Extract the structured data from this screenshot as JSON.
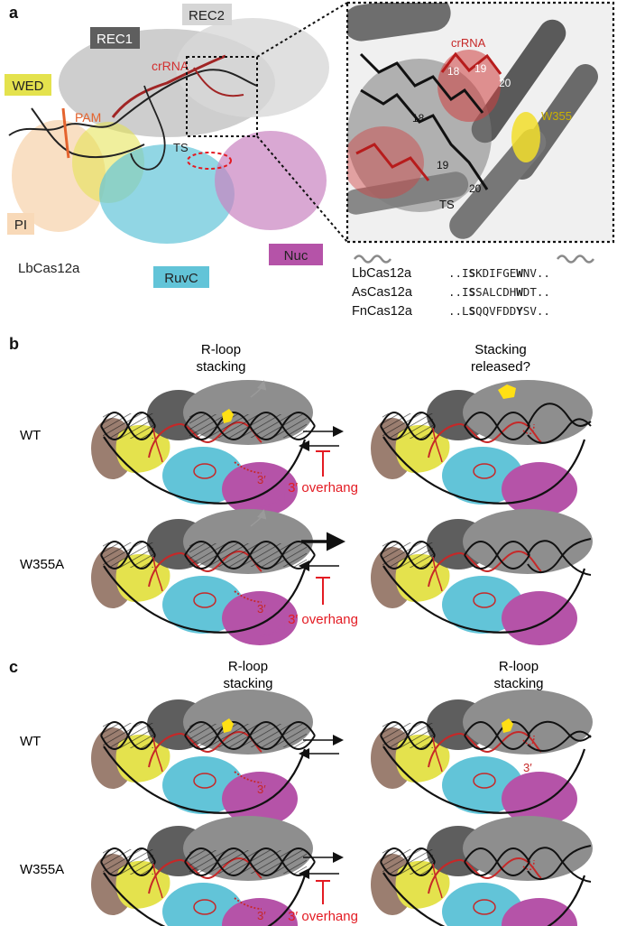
{
  "panel_a": {
    "letter": "a",
    "domains": {
      "wed": "WED",
      "rec1": "REC1",
      "rec2": "REC2",
      "pi": "PI",
      "ruvc": "RuvC",
      "nuc": "Nuc"
    },
    "crrna": "crRNA",
    "pam": "PAM",
    "ts": "TS",
    "protein": "LbCas12a",
    "inset": {
      "crrna": "crRNA",
      "w355": "W355",
      "ts": "TS",
      "crrna_numbers": [
        "18",
        "19",
        "20"
      ],
      "ts_numbers": [
        "18",
        "19",
        "20"
      ]
    },
    "alignment": [
      {
        "name": "LbCas12a",
        "pre": "..I",
        "b1": "S",
        "mid": "KDIFGE",
        "b2": "W",
        "post": "NV.."
      },
      {
        "name": "AsCas12a",
        "pre": "..I",
        "b1": "S",
        "mid": "SALCDH",
        "b2": "W",
        "post": "DT.."
      },
      {
        "name": "FnCas12a",
        "pre": "..L",
        "b1": "S",
        "mid": "QQVFDD",
        "b2": "Y",
        "post": "SV.."
      }
    ]
  },
  "panel_b": {
    "letter": "b",
    "rloop": "R-loop",
    "stacking": "stacking",
    "released_l1": "Stacking",
    "released_l2": "released?",
    "wt": "WT",
    "w355a": "W355A",
    "overhang": "3′ overhang",
    "prime3": "3′"
  },
  "panel_c": {
    "letter": "c",
    "rloop": "R-loop",
    "stacking": "stacking",
    "wt": "WT",
    "w355a": "W355A",
    "overhang": "3′ overhang",
    "prime3": "3′"
  },
  "colors": {
    "wed": "#e4e24d",
    "rec1": "#5e5e5e",
    "rec2": "#cfcfcf",
    "pi": "#f8d9b8",
    "ruvc": "#62c4d8",
    "nuc": "#b553a8",
    "crrna": "#c62828",
    "pam": "#e5632d",
    "brown": "#9b7e70",
    "yellow": "#ffe014"
  }
}
